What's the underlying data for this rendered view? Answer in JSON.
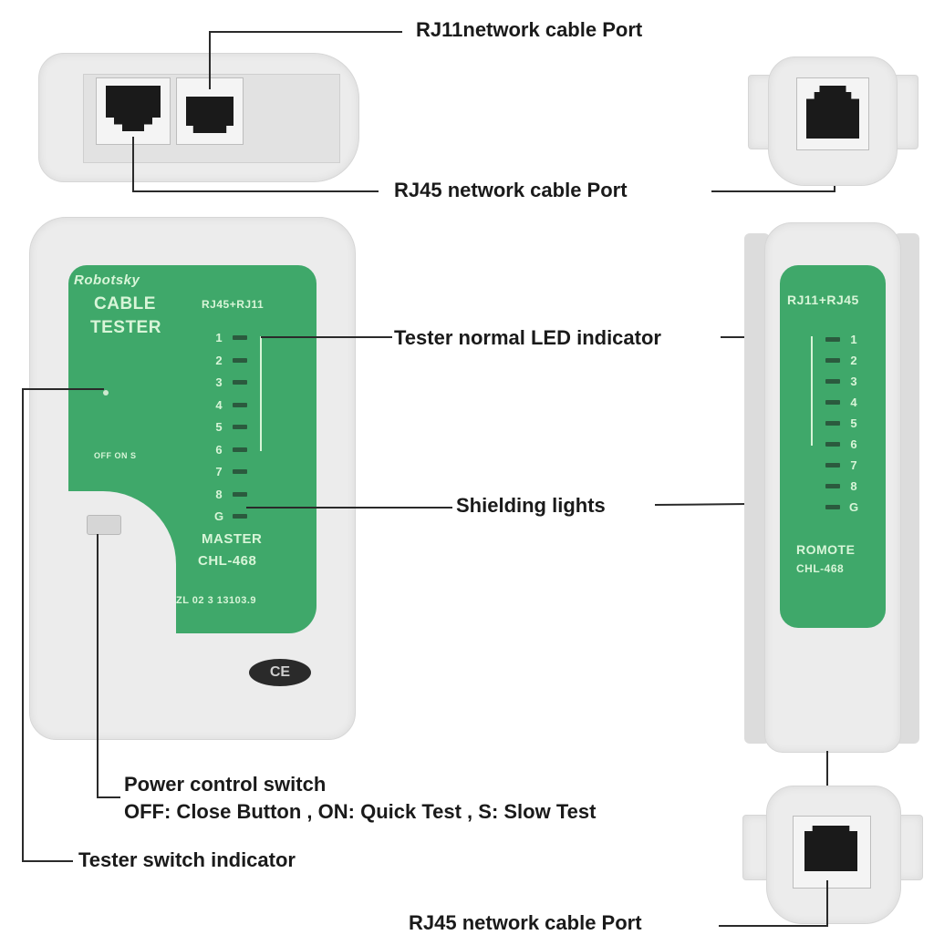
{
  "callouts": {
    "rj11_port": "RJ11network cable Port",
    "rj45_port_top": "RJ45 network cable Port",
    "led_indicator": "Tester normal LED indicator",
    "shielding": "Shielding lights",
    "power_switch_title": "Power control switch",
    "power_switch_desc": "OFF: Close Button , ON: Quick Test , S: Slow Test",
    "switch_indicator": "Tester switch indicator",
    "rj45_port_bottom": "RJ45 network cable Port"
  },
  "master_unit": {
    "brand": "Robotsky",
    "title_line1": "CABLE",
    "title_line2": "TESTER",
    "port_type": "RJ45+RJ11",
    "switch_positions": "OFF ON S",
    "leds": [
      "1",
      "2",
      "3",
      "4",
      "5",
      "6",
      "7",
      "8",
      "G"
    ],
    "model_label": "MASTER",
    "model_number": "CHL-468",
    "serial": "ZL 02 3 13103.9",
    "cert_mark": "CE"
  },
  "remote_unit": {
    "port_type": "RJ11+RJ45",
    "leds": [
      "1",
      "2",
      "3",
      "4",
      "5",
      "6",
      "7",
      "8",
      "G"
    ],
    "model_label": "ROMOTE",
    "model_number": "CHL-468"
  },
  "colors": {
    "panel_green": "#3fa86a",
    "device_body": "#ececec",
    "label_text": "#1a1a1a"
  }
}
